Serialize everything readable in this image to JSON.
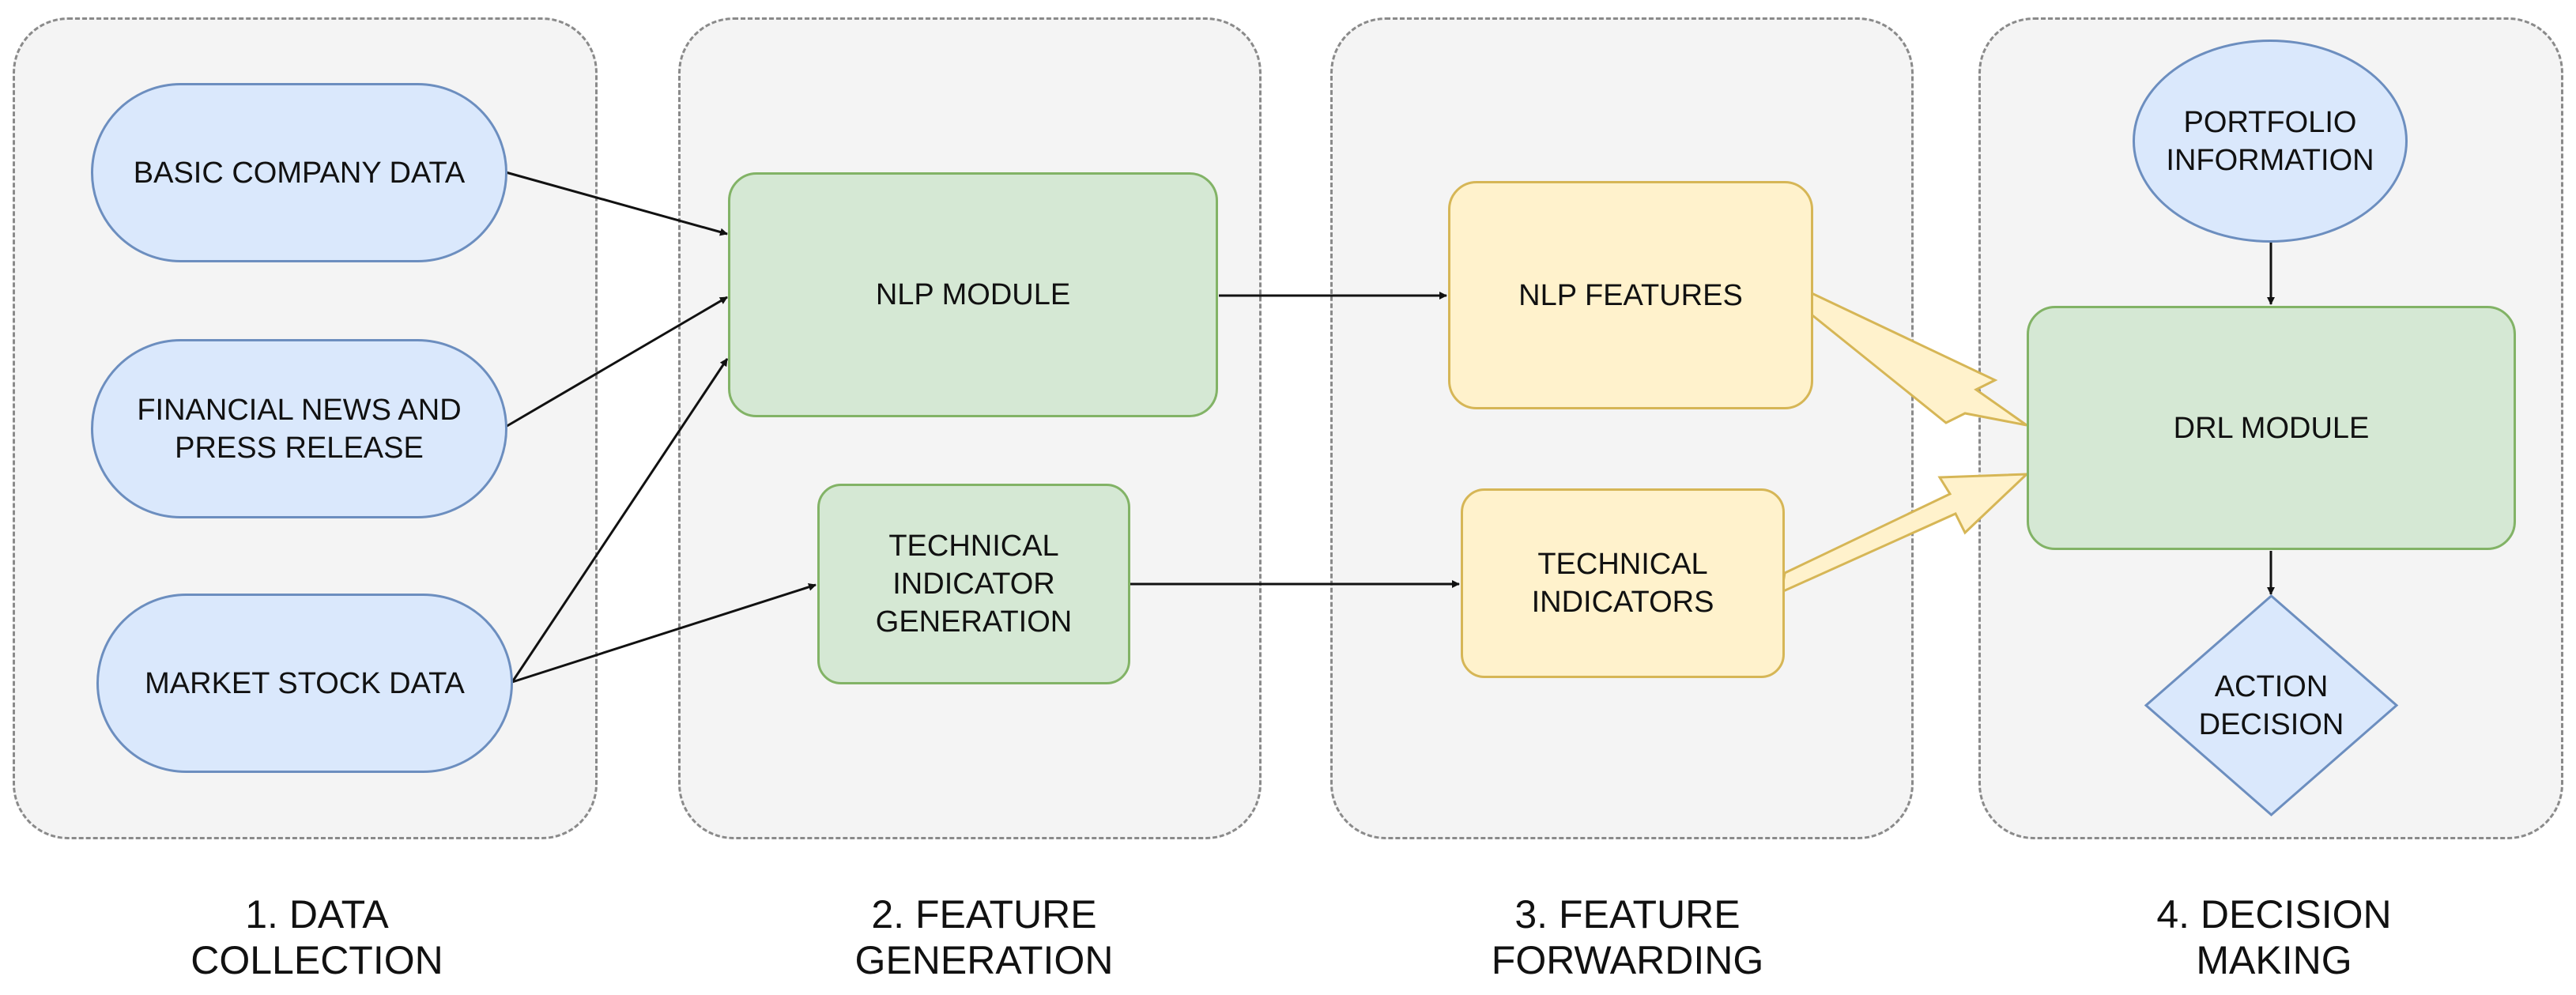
{
  "stages": [
    {
      "line1": "1. DATA",
      "line2": "COLLECTION"
    },
    {
      "line1": "2. FEATURE",
      "line2": "GENERATION"
    },
    {
      "line1": "3. FEATURE",
      "line2": "FORWARDING"
    },
    {
      "line1": "4. DECISION",
      "line2": "MAKING"
    }
  ],
  "data_collection": {
    "basic_company_data": "BASIC COMPANY DATA",
    "financial_news": {
      "line1": "FINANCIAL NEWS AND",
      "line2": "PRESS RELEASE"
    },
    "market_stock_data": "MARKET STOCK DATA"
  },
  "feature_generation": {
    "nlp_module": "NLP MODULE",
    "technical_indicator_generation": {
      "line1": "TECHNICAL",
      "line2": "INDICATOR",
      "line3": "GENERATION"
    }
  },
  "feature_forwarding": {
    "nlp_features": "NLP FEATURES",
    "technical_indicators": {
      "line1": "TECHNICAL",
      "line2": "INDICATORS"
    }
  },
  "decision_making": {
    "portfolio_information": {
      "line1": "PORTFOLIO",
      "line2": "INFORMATION"
    },
    "drl_module": "DRL MODULE",
    "action_decision": {
      "line1": "ACTION",
      "line2": "DECISION"
    }
  },
  "colors": {
    "input_fill": "#dae8fc",
    "input_stroke": "#6c8ebf",
    "module_fill": "#d5e8d4",
    "module_stroke": "#82b366",
    "feature_fill": "#fff2cc",
    "feature_stroke": "#d6b656",
    "panel_fill": "#f4f4f4",
    "panel_border": "#8a8a8a"
  }
}
